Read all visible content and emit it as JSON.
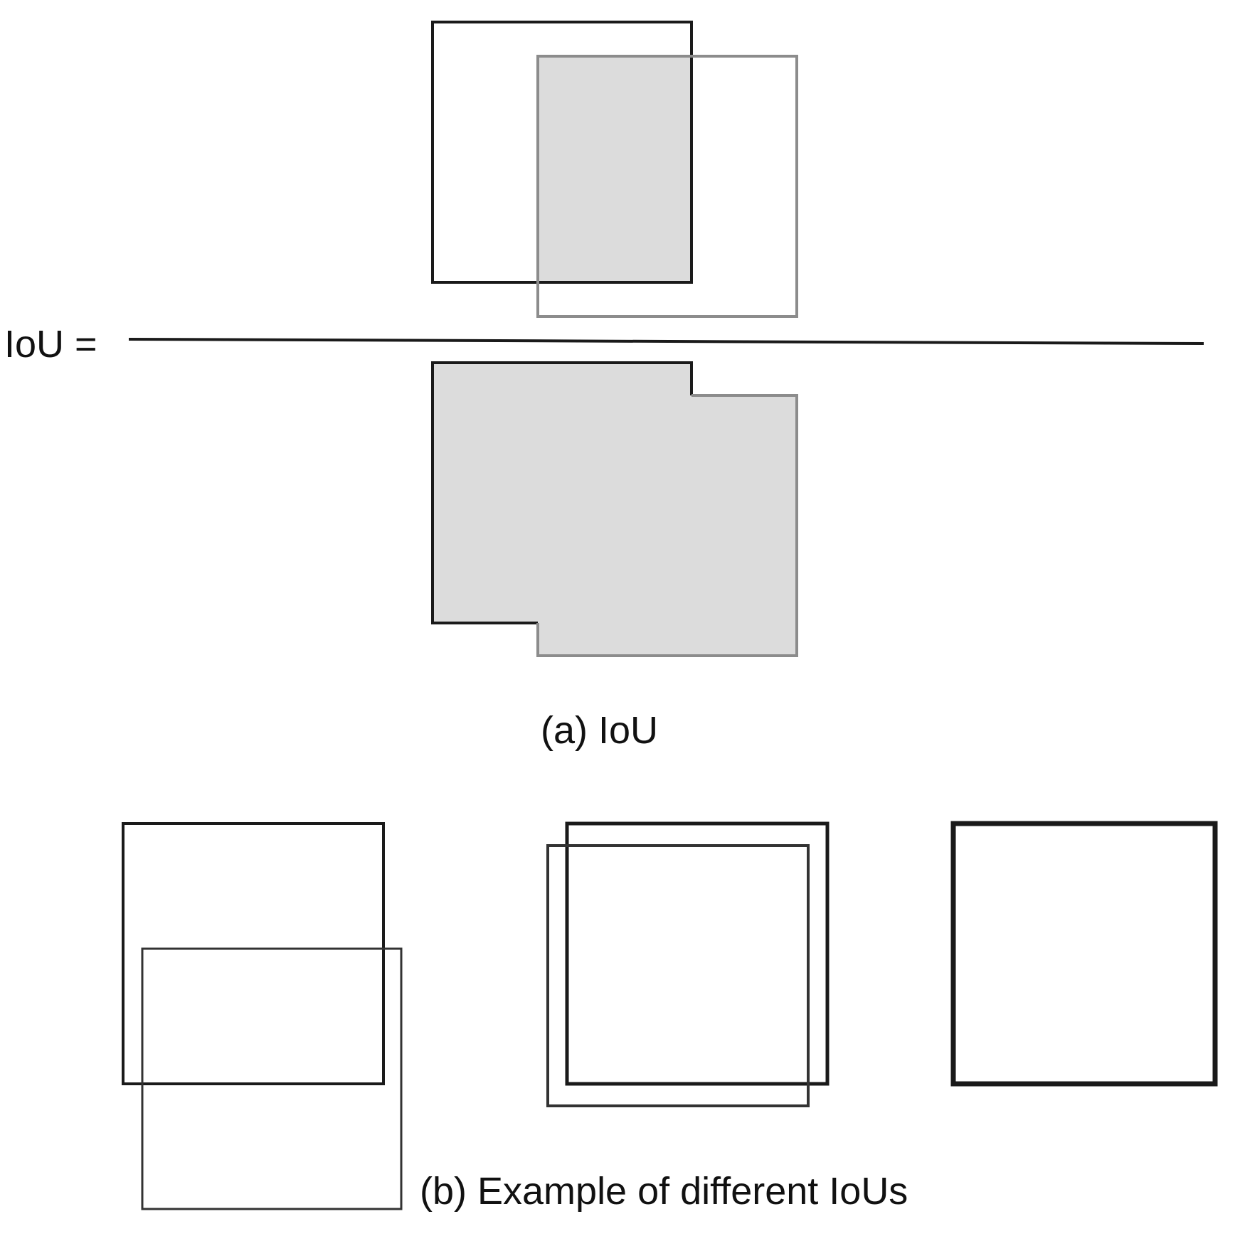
{
  "formula": {
    "label": "IoU ="
  },
  "captions": {
    "a": "(a) IoU",
    "b": "(b) Example of different IoUs"
  },
  "colors": {
    "dark_stroke": "#1a1a1a",
    "light_stroke": "#8c8c8c",
    "fill": "#dcdcdc",
    "background": "#ffffff"
  }
}
